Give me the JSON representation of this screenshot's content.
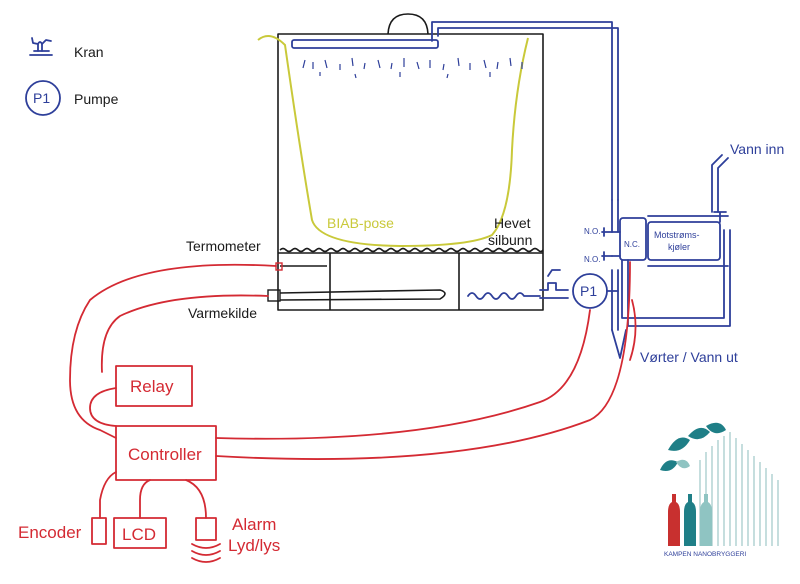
{
  "legend": {
    "kran_label": "Kran",
    "pump_symbol": "P1",
    "pump_label": "Pumpe"
  },
  "vessel": {
    "bag_label": "BIAB-pose",
    "false_bottom_line1": "Hevet",
    "false_bottom_line2": "silbunn",
    "thermometer_label": "Termometer",
    "heater_label": "Varmekilde"
  },
  "pump": {
    "symbol": "P1"
  },
  "valves": {
    "no_top": "N.O.",
    "no_bottom": "N.O.",
    "nc": "N.C."
  },
  "chiller": {
    "label_line1": "Motstrøms-",
    "label_line2": "kjøler",
    "water_in": "Vann inn",
    "outlet": "Vørter / Vann ut"
  },
  "control": {
    "relay": "Relay",
    "controller": "Controller",
    "encoder": "Encoder",
    "lcd": "LCD",
    "alarm_line1": "Alarm",
    "alarm_line2": "Lyd/lys"
  },
  "logo": {
    "text": "KAMPEN NANOBRYGGERI"
  },
  "colors": {
    "water": "#2e3f9a",
    "electric": "#d42a33",
    "vessel": "#1a1a1a",
    "bag": "#c9c93a",
    "logo_teal": "#1f7f87",
    "logo_red": "#c8302f"
  }
}
